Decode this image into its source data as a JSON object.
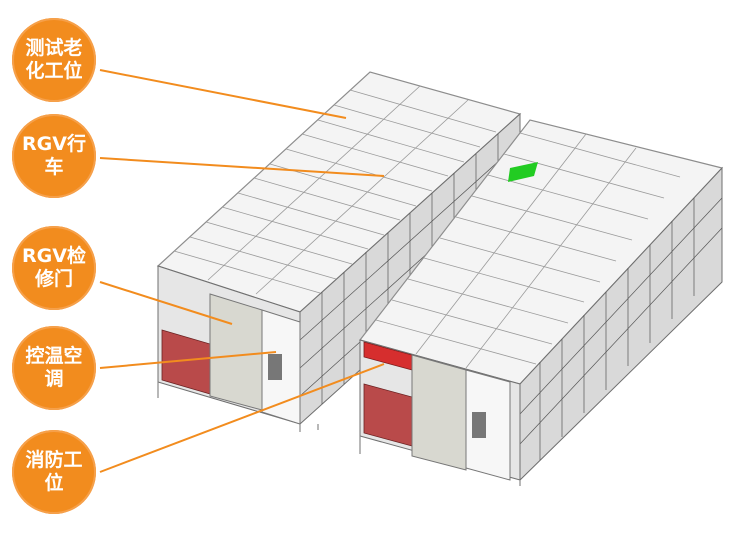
{
  "labels": [
    {
      "id": "aging",
      "text": "测试老化工位"
    },
    {
      "id": "rgv",
      "text": "RGV行车"
    },
    {
      "id": "rgv_door",
      "text": "RGV检修门"
    },
    {
      "id": "hvac",
      "text": "控温空调"
    },
    {
      "id": "fire",
      "text": "消防工位"
    }
  ],
  "colors": {
    "accent": "#F28C1E",
    "frame": "#9aa0a6",
    "panel": "#f2f2f2",
    "red": "#c0392b",
    "green": "#22cc22"
  }
}
